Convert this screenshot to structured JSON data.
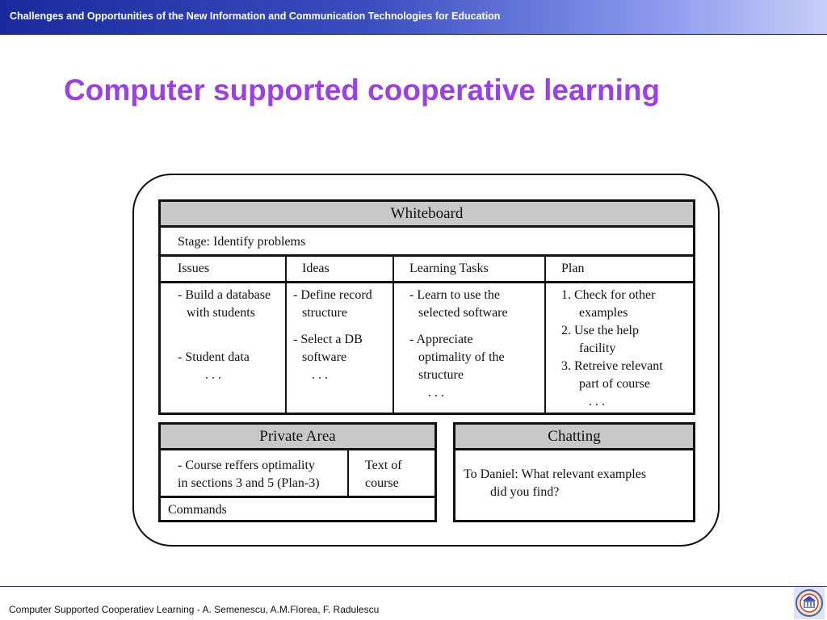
{
  "header": {
    "title": "Challenges and Opportunities of the New Information and Communication Technologies for Education"
  },
  "slide": {
    "title": "Computer supported cooperative learning"
  },
  "whiteboard": {
    "title": "Whiteboard",
    "stage": "Stage: Identify problems",
    "columns": [
      "Issues",
      "Ideas",
      "Learning Tasks",
      "Plan"
    ],
    "issues": [
      "- Build a database",
      "with students",
      "- Student data",
      ". . ."
    ],
    "ideas": [
      "- Define record",
      "structure",
      "- Select a DB",
      "software",
      ". . ."
    ],
    "tasks": [
      "- Learn to use the",
      "selected software",
      "- Appreciate",
      "optimality of the",
      "structure",
      ". . ."
    ],
    "plan": [
      "1. Check for other",
      "examples",
      "2. Use the help",
      "facility",
      "3. Retreive relevant",
      "part of course",
      ". . ."
    ]
  },
  "private_area": {
    "title": "Private Area",
    "note": [
      "- Course reffers optimality",
      "in sections 3 and 5 (Plan-3)"
    ],
    "text": [
      "Text of",
      "course"
    ],
    "commands": "Commands"
  },
  "chatting": {
    "title": "Chatting",
    "message": [
      "To Daniel: What relevant examples",
      "did you find?"
    ]
  },
  "footer": {
    "text": "Computer Supported Cooperatiev Learning - A. Semenescu, A.M.Florea, F. Radulescu"
  },
  "colors": {
    "header_start": "#1a2a9c",
    "header_end": "#c9cff7",
    "title": "#9b3fe6",
    "panel_header": "#c8c8c8"
  }
}
